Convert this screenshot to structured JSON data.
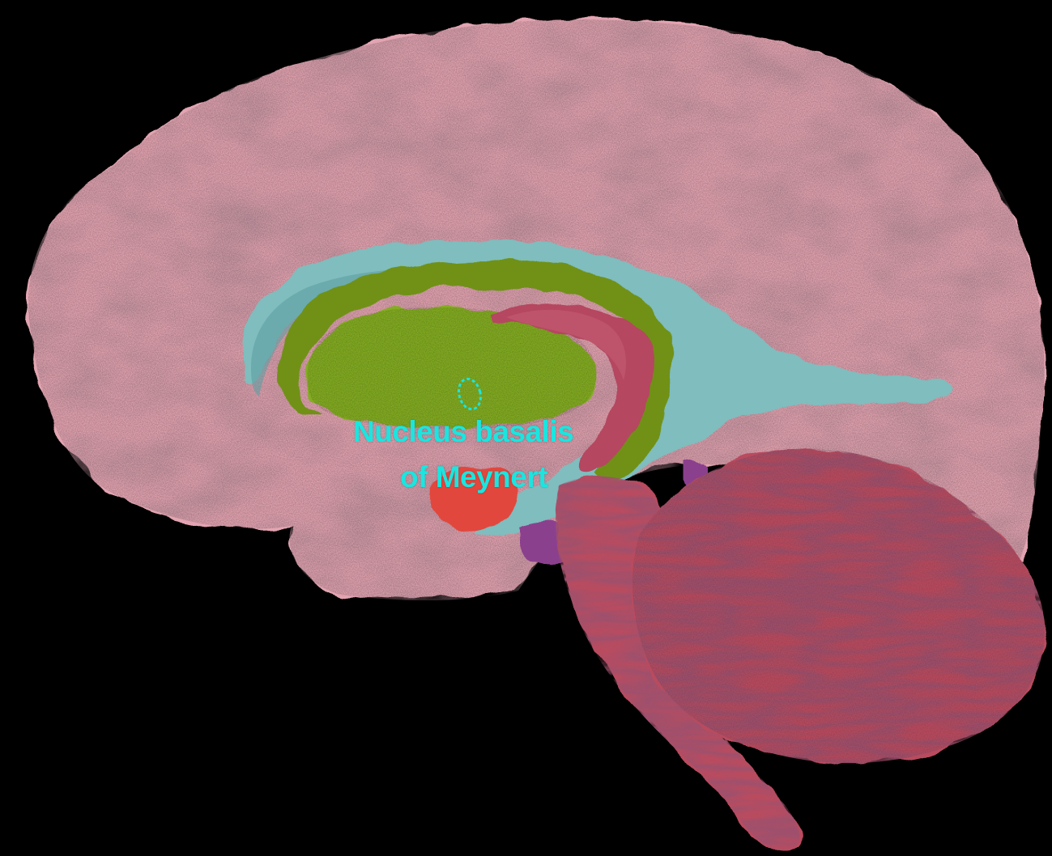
{
  "image": {
    "subject": "3D brain model, midsagittal view",
    "background_color": "#000000"
  },
  "annotation": {
    "line1": "Nucleus basalis",
    "line2": "of Meynert",
    "color": "#19e6e0"
  },
  "colors": {
    "cerebrum": "#e3a4b1",
    "ventricle": "#7fbdbe",
    "caudate_putamen": "#7a9c1e",
    "globus_pallidus_region": "#b54660",
    "brainstem_cerebellum": "#b94b5f",
    "amygdala_red": "#e2463e",
    "purple_structure": "#8b3f8e"
  }
}
